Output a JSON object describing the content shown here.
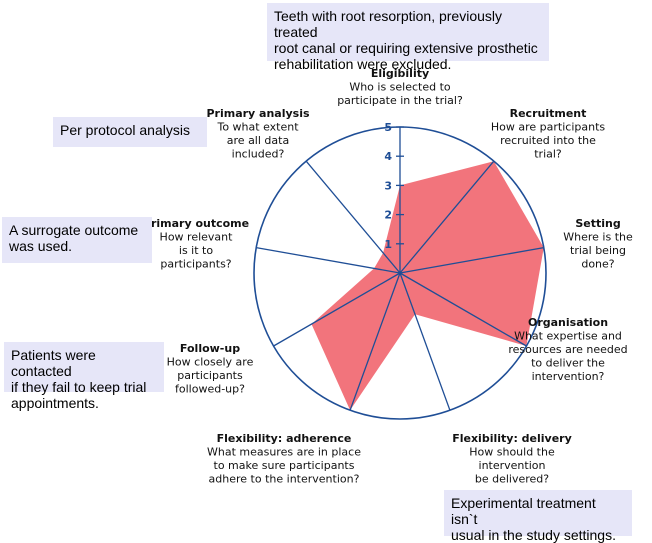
{
  "chart_data": {
    "type": "radar",
    "scale": {
      "min": 0,
      "max": 5,
      "ticks": [
        1,
        2,
        3,
        4,
        5
      ]
    },
    "domains": [
      {
        "title": "Eligibility",
        "question": [
          "Who is selected to",
          "participate in the trial?"
        ],
        "value": 3.0
      },
      {
        "title": "Recruitment",
        "question": [
          "How are participants",
          "recruited into the",
          "trial?"
        ],
        "value": 5.0
      },
      {
        "title": "Setting",
        "question": [
          "Where is the",
          "trial being",
          "done?"
        ],
        "value": 5.0
      },
      {
        "title": "Organisation",
        "question": [
          "What expertise and",
          "resources are needed",
          "to deliver the",
          "intervention?"
        ],
        "value": 5.0
      },
      {
        "title": "Flexibility: delivery",
        "question": [
          "How should the",
          "intervention",
          "be delivered?"
        ],
        "value": 1.5
      },
      {
        "title": "Flexibility: adherence",
        "question": [
          "What measures are in place",
          "to make sure participants",
          "adhere to the intervention?"
        ],
        "value": 5.0
      },
      {
        "title": "Follow-up",
        "question": [
          "How closely are",
          "participants",
          "followed-up?"
        ],
        "value": 3.5
      },
      {
        "title": "Primary outcome",
        "question": [
          "How relevant",
          "is it to",
          "participants?"
        ],
        "value": 0.9
      },
      {
        "title": "Primary analysis",
        "question": [
          "To what extent",
          "are all data",
          "included?"
        ],
        "value": 0.9
      }
    ],
    "fill_color": "#f2747c",
    "axis_color": "#1f4e96",
    "title_color": "#111111"
  },
  "notes": [
    "Teeth with root resorption, previously treated\nroot canal or requiring extensive prosthetic\nrehabilitation were excluded.",
    "Per protocol analysis",
    "A surrogate outcome\nwas used.",
    "Patients were contacted\nif they fail to keep trial\nappointments.",
    "Experimental treatment isn`t\nusual in the study settings."
  ]
}
